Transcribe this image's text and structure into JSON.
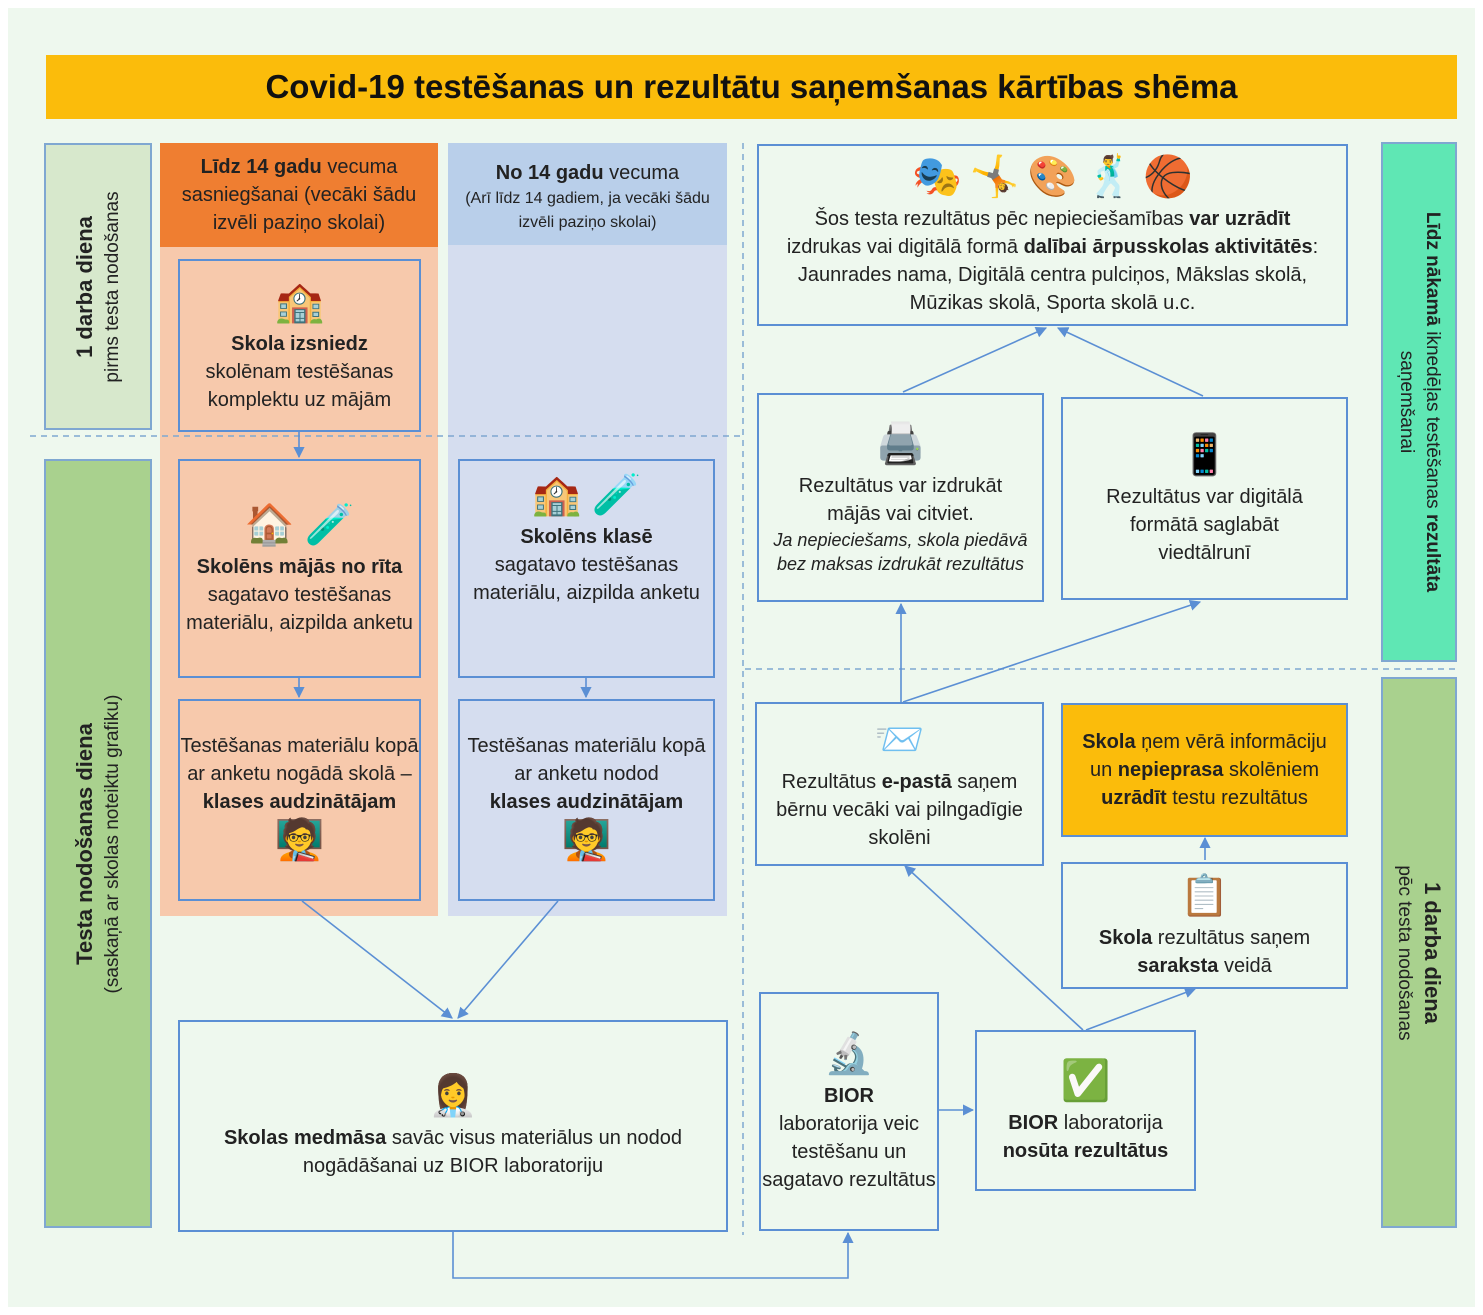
{
  "title": "Covid-19 testēšanas un rezultātu saņemšanas kārtības shēma",
  "phases": {
    "before_bold": "1 darba diena",
    "before_normal": "pirms testa nodošanas",
    "day_bold": "Testa nodošanas diena",
    "day_normal": "(saskaņā ar skolas noteiktu grafiku)",
    "next_bold": "Līdz nākamā",
    "next_normal_1": " iknedēļas testēšanas ",
    "next_bold_2": "rezultāta",
    "next_normal_2": "saņemšanai",
    "after_bold": "1 darba diena",
    "after_normal": "pēc testa nodošanas"
  },
  "columns": {
    "orange_head": {
      "b": "Līdz 14 gadu",
      "n": " vecuma sasniegšanai (vecāki šādu izvēli paziņo skolai)"
    },
    "blue_head": {
      "b": "No 14 gadu",
      "n": " vecuma",
      "sub": "(Arī līdz 14 gadiem, ja vecāki šādu izvēli paziņo skolai)"
    }
  },
  "boxes": {
    "school_issues": {
      "b": "Skola izsniedz",
      "n": "skolēnam testēšanas komplektu uz mājām",
      "icon": "school-icon"
    },
    "pupil_home": {
      "b1": "Skolēns mājās no rīta",
      "n": " sagatavo testēšanas materiālu, aizpilda anketu",
      "icons": [
        "house-icon",
        "test-tube-icon"
      ]
    },
    "pupil_class": {
      "b": "Skolēns klasē",
      "n": "sagatavo testēšanas materiālu, aizpilda anketu",
      "icons": [
        "school-icon",
        "test-tube-icon"
      ]
    },
    "deliver_home": {
      "n": "Testēšanas materiālu kopā ar anketu nogādā skolā –",
      "b": "klases audzinātājam",
      "icon": "teacher-icon"
    },
    "deliver_class": {
      "n": "Testēšanas materiālu kopā ar anketu nodod",
      "b": "klases audzinātājam",
      "icon": "teacher-icon"
    },
    "nurse": {
      "b": "Skolas medmāsa",
      "n": " savāc visus materiālus un nodod nogādāšanai uz BIOR laboratoriju",
      "icon": "nurse-icon"
    },
    "lab_test": {
      "b": "BIOR",
      "n": "laboratorija veic testēšanu un sagatavo rezultātus",
      "icon": "microscope-icon"
    },
    "lab_send": {
      "b1": "BIOR",
      "n": " laboratorija",
      "b2": "nosūta rezultātus",
      "icon": "check-mark-icon"
    },
    "email": {
      "n1": "Rezultātus ",
      "b": "e-pastā",
      "n2": " saņem bērnu vecāki vai pilngadīgie skolēni",
      "icon": "envelope-icon"
    },
    "school_list": {
      "b1": "Skola",
      "n": " rezultātus saņem ",
      "b2": "saraksta",
      "n2": " veidā",
      "icon": "clipboard-icon"
    },
    "school_not_require": {
      "b1": "Skola",
      "n1": " ņem vērā informāciju un ",
      "b2": "nepieprasa",
      "n2": " skolēniem ",
      "b3": "uzrādīt",
      "n3": " testu rezultātus"
    },
    "print": {
      "n": "Rezultātus var izdrukāt mājās vai citviet.",
      "it": "Ja nepieciešams, skola piedāvā bez maksas izdrukāt rezultātus",
      "icon": "printer-icon"
    },
    "phone": {
      "n": "Rezultātus var digitālā formātā saglabāt viedtālrunī",
      "icon": "smartphone-icon"
    },
    "activities": {
      "n1": "Šos testa rezultātus pēc nepieciešamības ",
      "b1": "var uzrādīt",
      "n2": " izdrukas vai digitālā formā ",
      "b2": "dalībai ārpusskolas aktivitātēs",
      "n3": ": Jaunrades nama, Digitālā centra pulciņos, Mākslas skolā, Mūzikas skolā, Sporta skolā u.c.",
      "icons": [
        "theater-masks-icon",
        "dancer-icon",
        "art-palette-icon",
        "musician-icon",
        "basketball-icon"
      ]
    }
  },
  "colors": {
    "title": "#fbbc0b",
    "orange_head": "#ef7e31",
    "orange_col": "#f7c9ac",
    "blue_head": "#b9cfea",
    "blue_col": "#d5ddef",
    "arrow": "#5b8fd4",
    "mint": "#5fe7b4",
    "green": "#a9d18e"
  }
}
